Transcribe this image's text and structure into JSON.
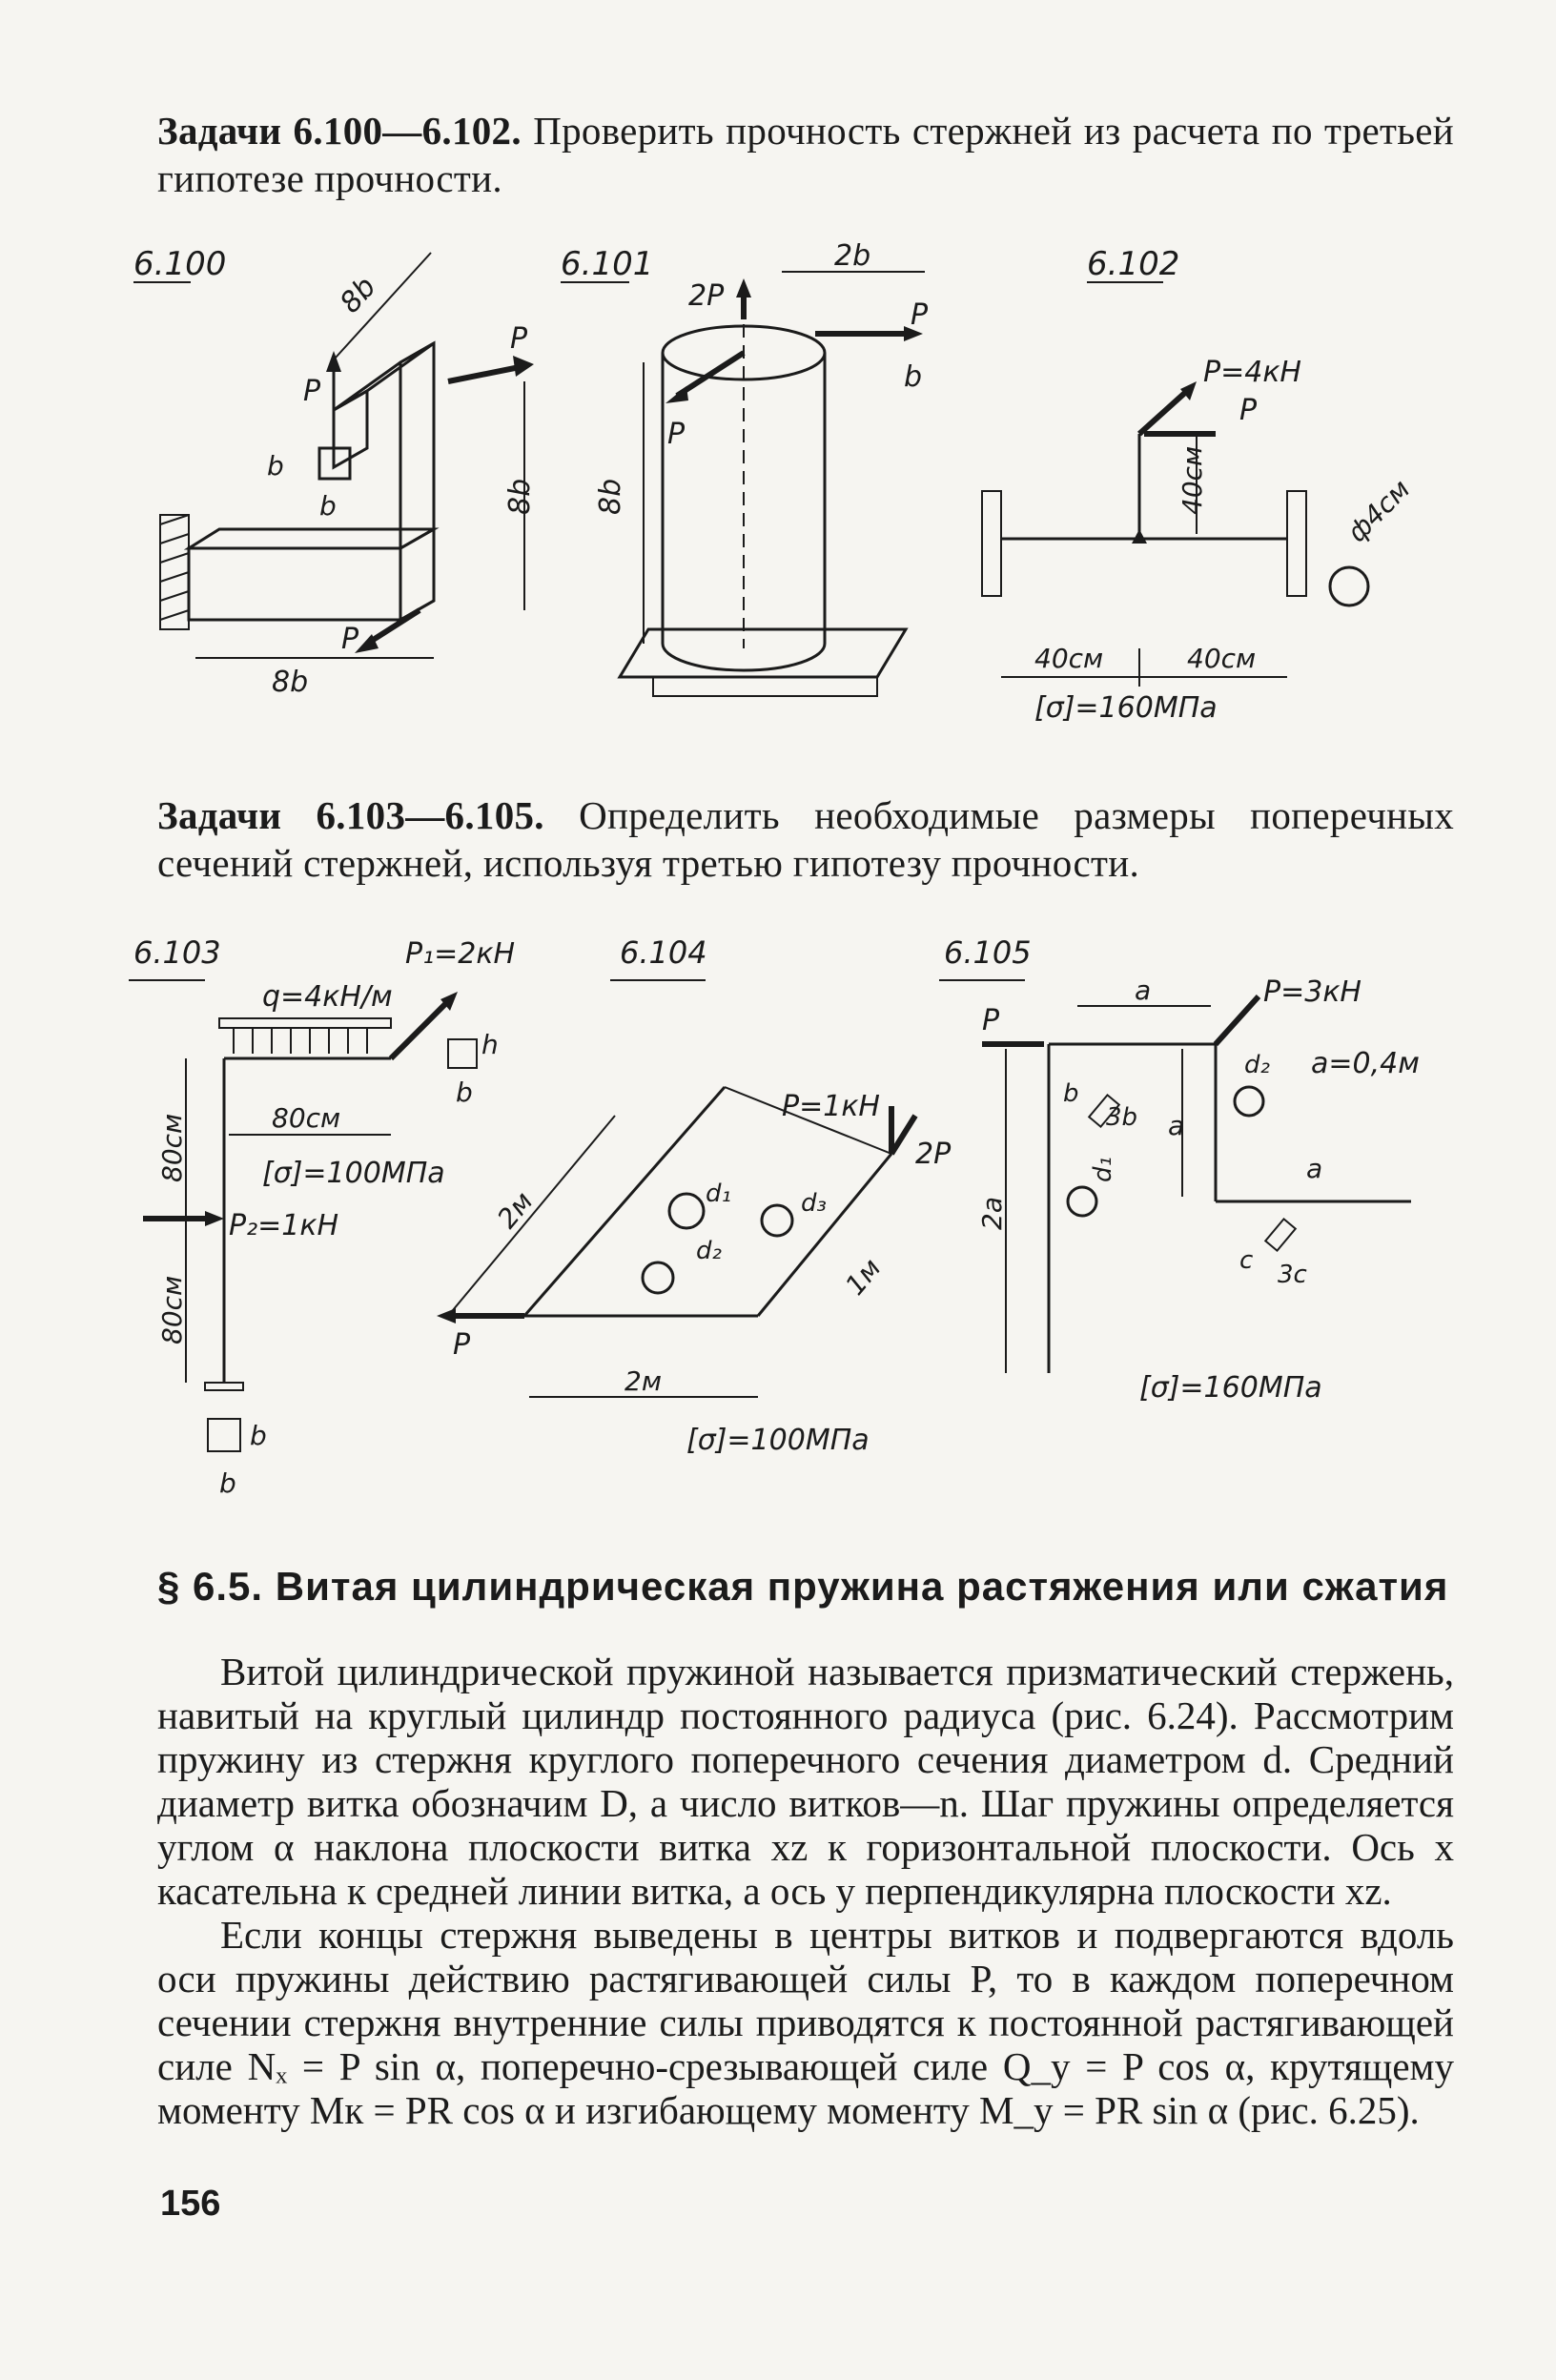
{
  "section1": {
    "title": "Задачи 6.100—6.102.",
    "text": "Проверить прочность стержней из расчета по третьей гипотезе прочности."
  },
  "fig100": {
    "label": "6.100",
    "dim_8b_a": "8b",
    "dim_8b_b": "8b",
    "dim_8b_c": "8b",
    "b": "b",
    "p": "P"
  },
  "fig101": {
    "label": "6.101",
    "dim_2b": "2b",
    "dim_b": "b",
    "dim_8b": "8b",
    "load_2p": "2P",
    "p": "P"
  },
  "fig102": {
    "label": "6.102",
    "load": "P=4кН",
    "p": "P",
    "h": "40см",
    "l1": "40см",
    "l2": "40см",
    "dia": "ф4см",
    "sigma": "[σ]=160МПа"
  },
  "section2": {
    "title": "Задачи 6.103—6.105.",
    "text": "Определить необходимые размеры поперечных сечений стержней, используя третью гипотезу прочности."
  },
  "fig103": {
    "label": "6.103",
    "q": "q=4кН/м",
    "p1": "P₁=2кН",
    "p2": "P₂=1кН",
    "span": "80см",
    "h1": "80см",
    "h2": "80см",
    "sigma": "[σ]=100МПа",
    "h": "h",
    "b": "b"
  },
  "fig104": {
    "label": "6.104",
    "p_load": "P=1кН",
    "p2": "2P",
    "p": "P",
    "len2": "2м",
    "len1": "1м",
    "span": "2м",
    "d1": "d₁",
    "d2": "d₂",
    "d3": "d₃",
    "sigma": "[σ]=100МПа"
  },
  "fig105": {
    "label": "6.105",
    "p": "P",
    "p_load": "P=3кН",
    "a_val": "a=0,4м",
    "a": "a",
    "a2": "a",
    "a3": "a",
    "two_a": "2a",
    "d1": "d₁",
    "d2": "d₂",
    "b": "b",
    "three_b": "3b",
    "c": "c",
    "three_c": "3c",
    "sigma": "[σ]=160МПа"
  },
  "section3": {
    "title": "§ 6.5. Витая цилиндрическая пружина растяжения или сжатия"
  },
  "paragraph1": "Витой цилиндрической пружиной называется призматический стержень, навитый на круглый цилиндр постоянного радиуса (рис. 6.24). Рассмотрим пружину из стержня круглого поперечного сечения диаметром d. Средний диаметр витка обозначим D, а число витков—n. Шаг пружины определяется углом α наклона плоскости витка xz к горизонтальной плоскости. Ось x касательна к средней линии витка, а ось y перпендикулярна плоскости xz.",
  "paragraph2": "Если концы стержня выведены в центры витков и подвергаются вдоль оси пружины действию растягивающей силы P, то в каждом поперечном сечении стержня внутренние силы приводятся к постоянной растягивающей силе Nₓ = P sin α, поперечно-срезывающей силе Q_y = P cos α, крутящему моменту Mк = PR cos α и изгибающему моменту M_y = PR sin α (рис. 6.25).",
  "page_number": "156"
}
